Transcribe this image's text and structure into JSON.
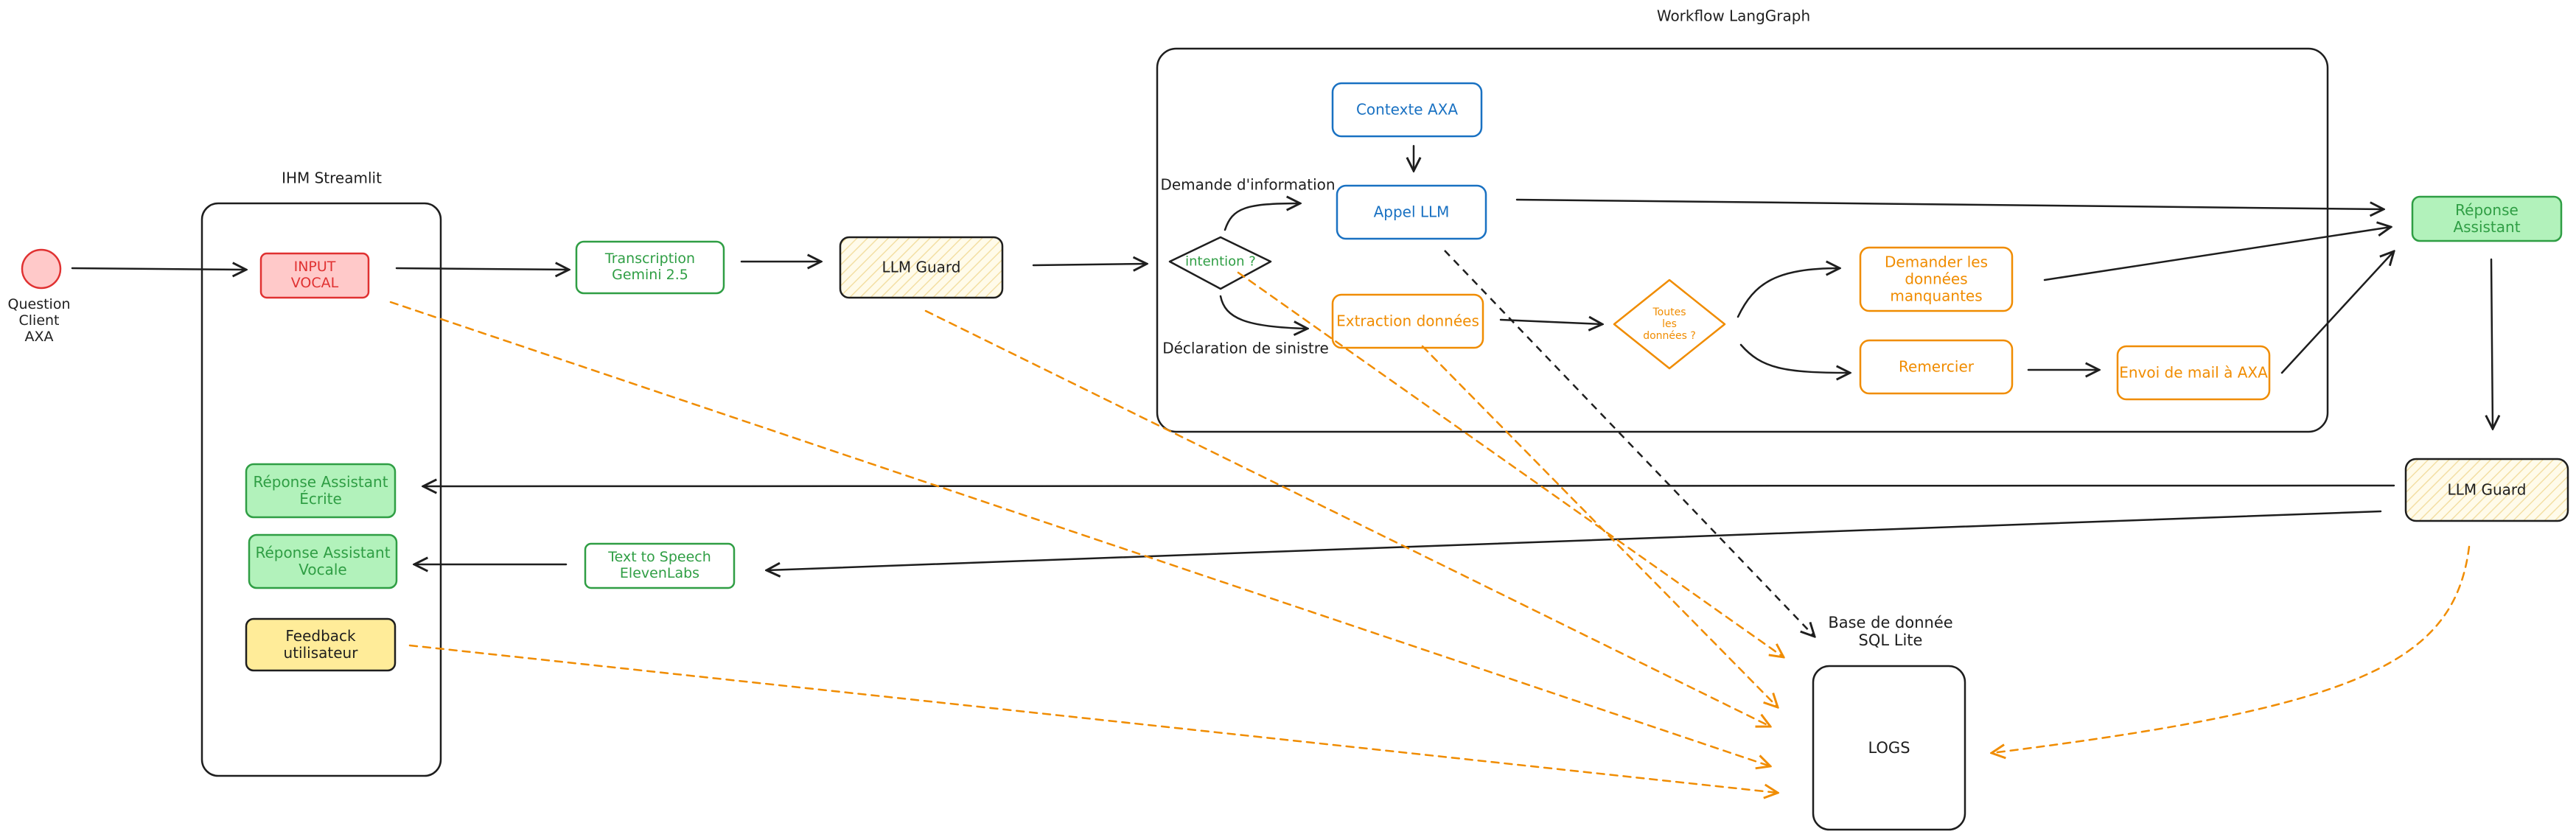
{
  "diagram": {
    "titles": {
      "streamlit": "IHM Streamlit",
      "workflow": "Workflow LangGraph",
      "database": "Base de donnée\nSQL Lite"
    },
    "question": "Question\nClient\nAXA",
    "nodes": {
      "input_vocal": "INPUT\nVOCAL",
      "transcription": "Transcription\nGemini 2.5",
      "llm_guard_1": "LLM Guard",
      "contexte_axa": "Contexte AXA",
      "appel_llm": "Appel LLM",
      "intention": "intention ?",
      "extraction": "Extraction données",
      "toutes_donnees": "Toutes\nles\ndonnées ?",
      "demander": "Demander les\ndonnées\nmanquantes",
      "remercier": "Remercier",
      "envoi_mail": "Envoi de mail à AXA",
      "reponse_assistant": "Réponse Assistant",
      "llm_guard_2": "LLM Guard",
      "reponse_ecrite": "Réponse Assistant\nÉcrite",
      "reponse_vocale": "Réponse Assistant\nVocale",
      "tts": "Text to Speech\nElevenLabs",
      "feedback": "Feedback\nutilisateur",
      "logs": "LOGS"
    },
    "edge_labels": {
      "demande": "Demande d'information",
      "declaration": "Déclaration de sinistre"
    },
    "colors": {
      "red_stroke": "#e03131",
      "red_fill": "#ffc9c9",
      "green_stroke": "#2f9e44",
      "green_fill": "#b2f2bb",
      "blue_stroke": "#1971c2",
      "orange_stroke": "#f08c00",
      "yellow_fill": "#ffec99",
      "guard_fill": "#fff4d6",
      "ink": "#1e1e1e"
    }
  }
}
